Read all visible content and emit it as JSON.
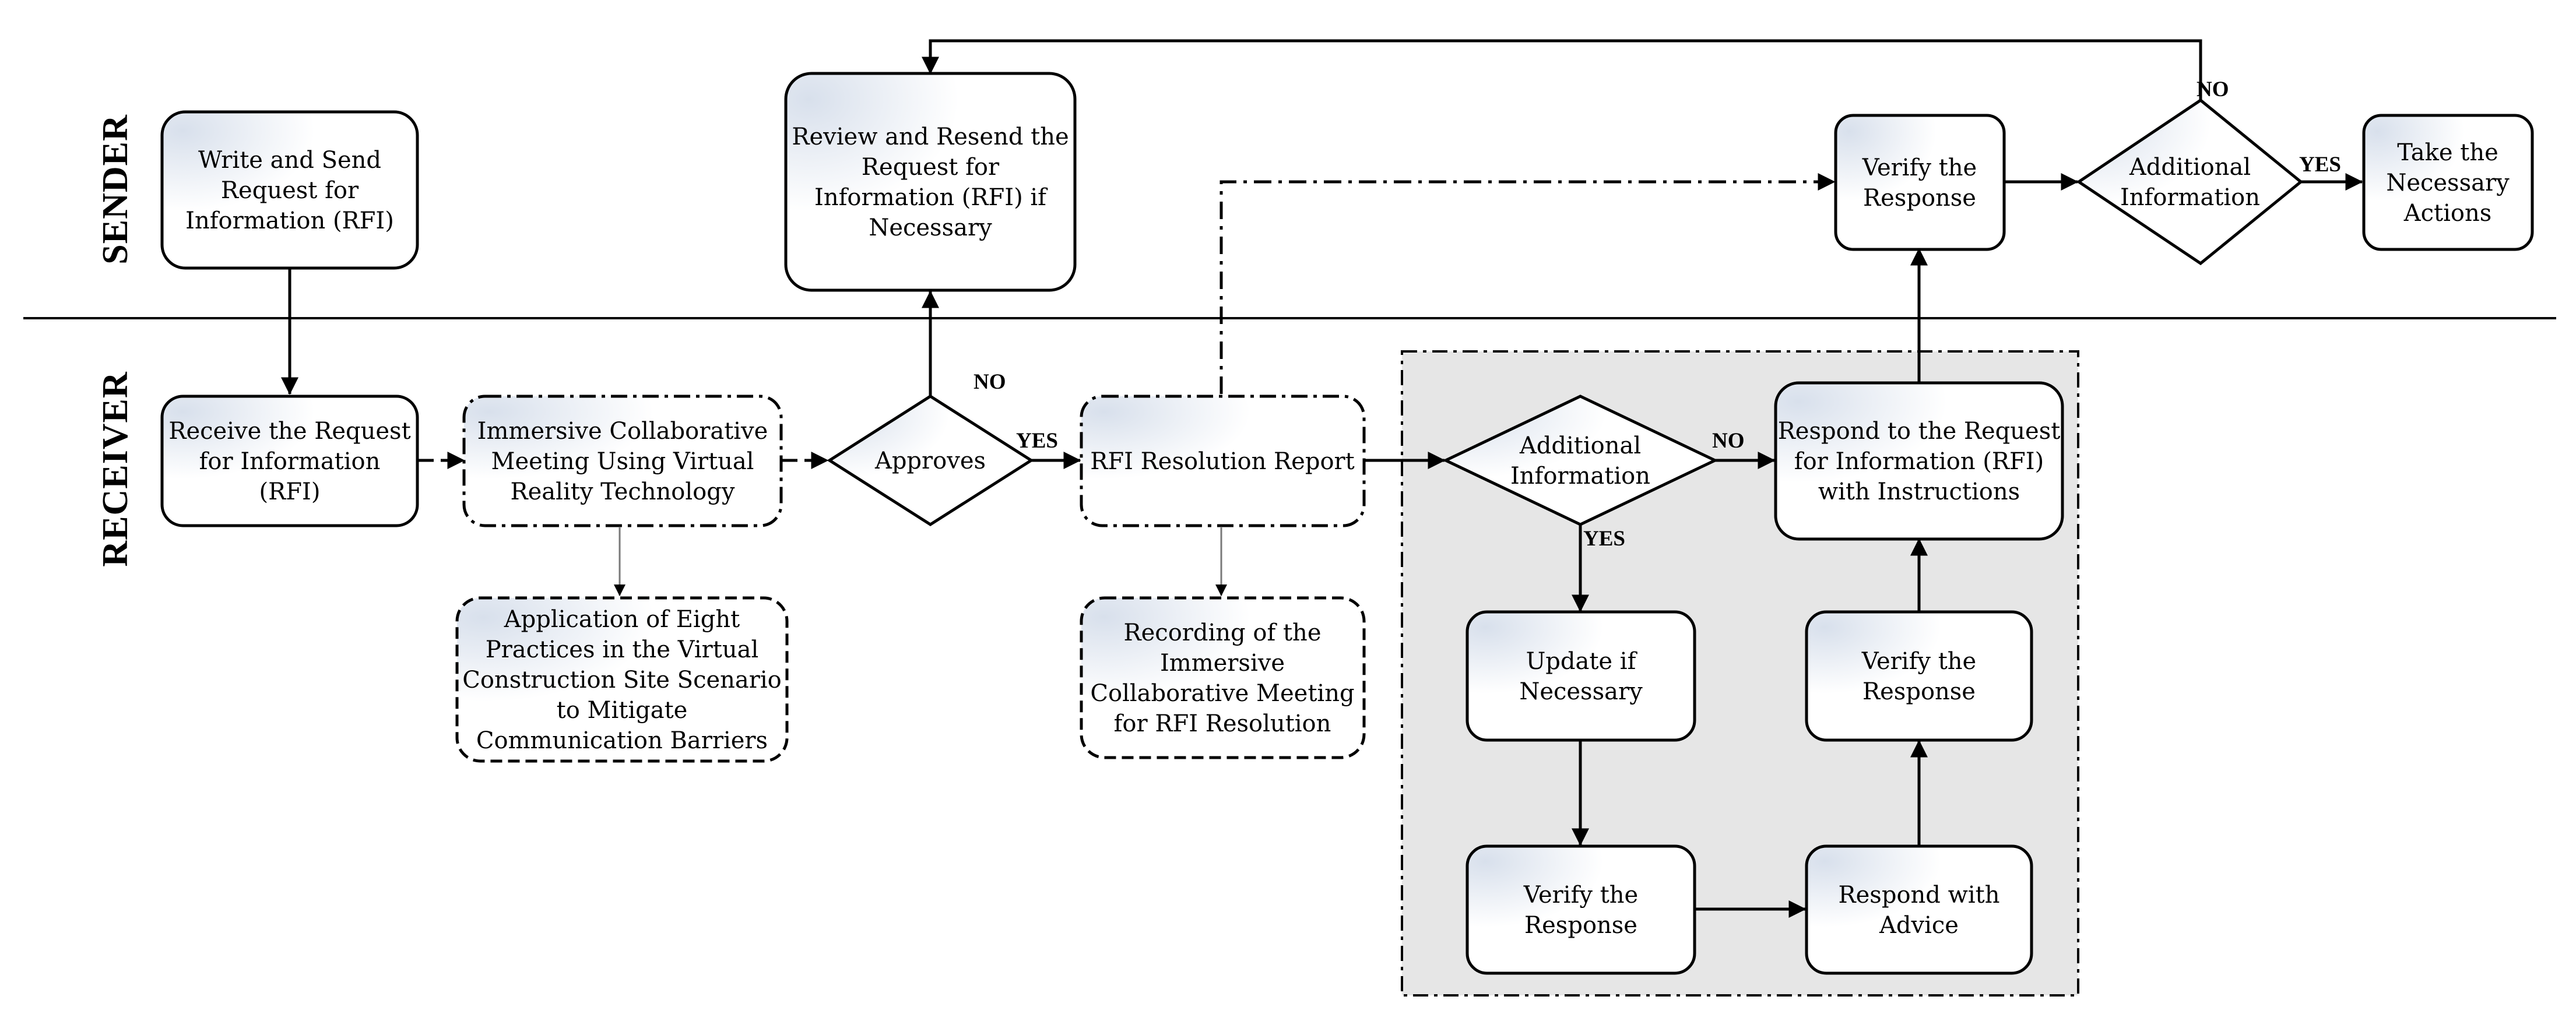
{
  "lanes": {
    "sender": "SENDER",
    "receiver": "RECEIVER"
  },
  "nodes": {
    "write_send": [
      "Write and Send",
      "Request for",
      "Information (RFI)"
    ],
    "receive": [
      "Receive the Request",
      "for Information",
      "(RFI)"
    ],
    "immersive_meeting": [
      "Immersive Collaborative",
      "Meeting Using Virtual",
      "Reality Technology"
    ],
    "eight_practices": [
      "Application of Eight",
      "Practices in the Virtual",
      "Construction Site Scenario",
      "to Mitigate",
      "Communication Barriers"
    ],
    "approves": [
      "Approves"
    ],
    "review_resend": [
      "Review and Resend the",
      "Request for",
      "Information (RFI) if",
      "Necessary"
    ],
    "resolution_report": [
      "RFI Resolution Report"
    ],
    "recording": [
      "Recording of the",
      "Immersive",
      "Collaborative Meeting",
      "for RFI Resolution"
    ],
    "additional_info_receiver": [
      "Additional",
      "Information"
    ],
    "update": [
      "Update if",
      "Necessary"
    ],
    "verify_left": [
      "Verify the",
      "Response"
    ],
    "respond_advice": [
      "Respond with",
      "Advice"
    ],
    "verify_right": [
      "Verify the",
      "Response"
    ],
    "respond_instructions": [
      "Respond to the Request",
      "for Information (RFI)",
      "with Instructions"
    ],
    "verify_sender": [
      "Verify the",
      "Response"
    ],
    "additional_info_sender": [
      "Additional",
      "Information"
    ],
    "take_actions": [
      "Take the",
      "Necessary",
      "Actions"
    ]
  },
  "edge_labels": {
    "approves_no": "NO",
    "approves_yes": "YES",
    "receiver_add_no": "NO",
    "receiver_add_yes": "YES",
    "sender_add_no": "NO",
    "sender_add_yes": "YES"
  },
  "colors": {
    "line": "#000000",
    "node_fill_light": "#ffffff",
    "node_fill_shade": "#d8e0ec",
    "group_fill": "#e6e6e6"
  }
}
